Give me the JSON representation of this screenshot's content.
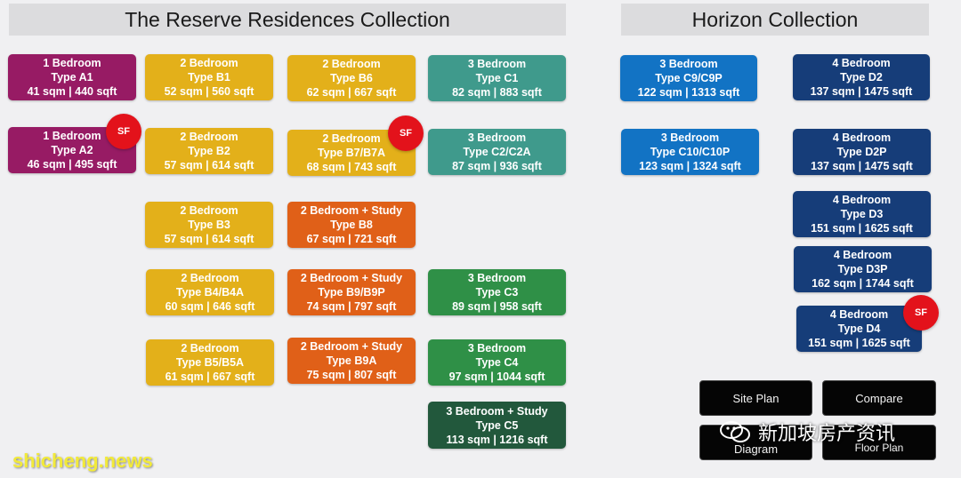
{
  "headers": {
    "reserve": "The Reserve Residences Collection",
    "horizon": "Horizon Collection"
  },
  "colors": {
    "magenta": "#971b64",
    "yellow": "#e3b01a",
    "orange": "#e06018",
    "teal": "#3f9a8c",
    "green": "#2f9047",
    "dark_green": "#22583c",
    "blue": "#1273c4",
    "navy": "#163d79",
    "sf_red": "#e3121b"
  },
  "tiles": {
    "a1": {
      "line1": "1 Bedroom",
      "line2": "Type A1",
      "line3": "41 sqm | 440 sqft"
    },
    "a2": {
      "line1": "1 Bedroom",
      "line2": "Type A2",
      "line3": "46 sqm | 495 sqft"
    },
    "b1": {
      "line1": "2 Bedroom",
      "line2": "Type B1",
      "line3": "52 sqm | 560 sqft"
    },
    "b2": {
      "line1": "2 Bedroom",
      "line2": "Type B2",
      "line3": "57 sqm | 614 sqft"
    },
    "b3": {
      "line1": "2 Bedroom",
      "line2": "Type B3",
      "line3": "57 sqm | 614 sqft"
    },
    "b4": {
      "line1": "2 Bedroom",
      "line2": "Type B4/B4A",
      "line3": "60 sqm | 646 sqft"
    },
    "b5": {
      "line1": "2 Bedroom",
      "line2": "Type B5/B5A",
      "line3": "61 sqm | 667 sqft"
    },
    "b6": {
      "line1": "2 Bedroom",
      "line2": "Type B6",
      "line3": "62 sqm | 667 sqft"
    },
    "b7": {
      "line1": "2 Bedroom",
      "line2": "Type B7/B7A",
      "line3": "68 sqm | 743 sqft"
    },
    "b8": {
      "line1": "2 Bedroom + Study",
      "line2": "Type B8",
      "line3": "67 sqm | 721 sqft"
    },
    "b9": {
      "line1": "2 Bedroom + Study",
      "line2": "Type B9/B9P",
      "line3": "74 sqm | 797 sqft"
    },
    "b9a": {
      "line1": "2 Bedroom + Study",
      "line2": "Type B9A",
      "line3": "75 sqm | 807 sqft"
    },
    "c1": {
      "line1": "3 Bedroom",
      "line2": "Type C1",
      "line3": "82 sqm | 883 sqft"
    },
    "c2": {
      "line1": "3 Bedroom",
      "line2": "Type C2/C2A",
      "line3": "87 sqm | 936 sqft"
    },
    "c3": {
      "line1": "3 Bedroom",
      "line2": "Type C3",
      "line3": "89 sqm | 958 sqft"
    },
    "c4": {
      "line1": "3 Bedroom",
      "line2": "Type C4",
      "line3": "97 sqm | 1044 sqft"
    },
    "c5": {
      "line1": "3 Bedroom + Study",
      "line2": "Type C5",
      "line3": "113 sqm | 1216 sqft"
    },
    "c9": {
      "line1": "3 Bedroom",
      "line2": "Type C9/C9P",
      "line3": "122 sqm | 1313 sqft"
    },
    "c10": {
      "line1": "3 Bedroom",
      "line2": "Type C10/C10P",
      "line3": "123 sqm | 1324 sqft"
    },
    "d2": {
      "line1": "4 Bedroom",
      "line2": "Type D2",
      "line3": "137 sqm | 1475 sqft"
    },
    "d2p": {
      "line1": "4 Bedroom",
      "line2": "Type D2P",
      "line3": "137 sqm | 1475 sqft"
    },
    "d3": {
      "line1": "4 Bedroom",
      "line2": "Type D3",
      "line3": "151 sqm | 1625 sqft"
    },
    "d3p": {
      "line1": "4 Bedroom",
      "line2": "Type D3P",
      "line3": "162 sqm | 1744 sqft"
    },
    "d4": {
      "line1": "4 Bedroom",
      "line2": "Type D4",
      "line3": "151 sqm | 1625 sqft"
    }
  },
  "badges": {
    "sf": "SF"
  },
  "buttons": {
    "site_plan": "Site Plan",
    "compare": "Compare",
    "diagram": "Diagram",
    "floor_plan": "Floor Plan"
  },
  "watermark": {
    "site": "shicheng.news",
    "brand": "新加坡房产资讯"
  }
}
